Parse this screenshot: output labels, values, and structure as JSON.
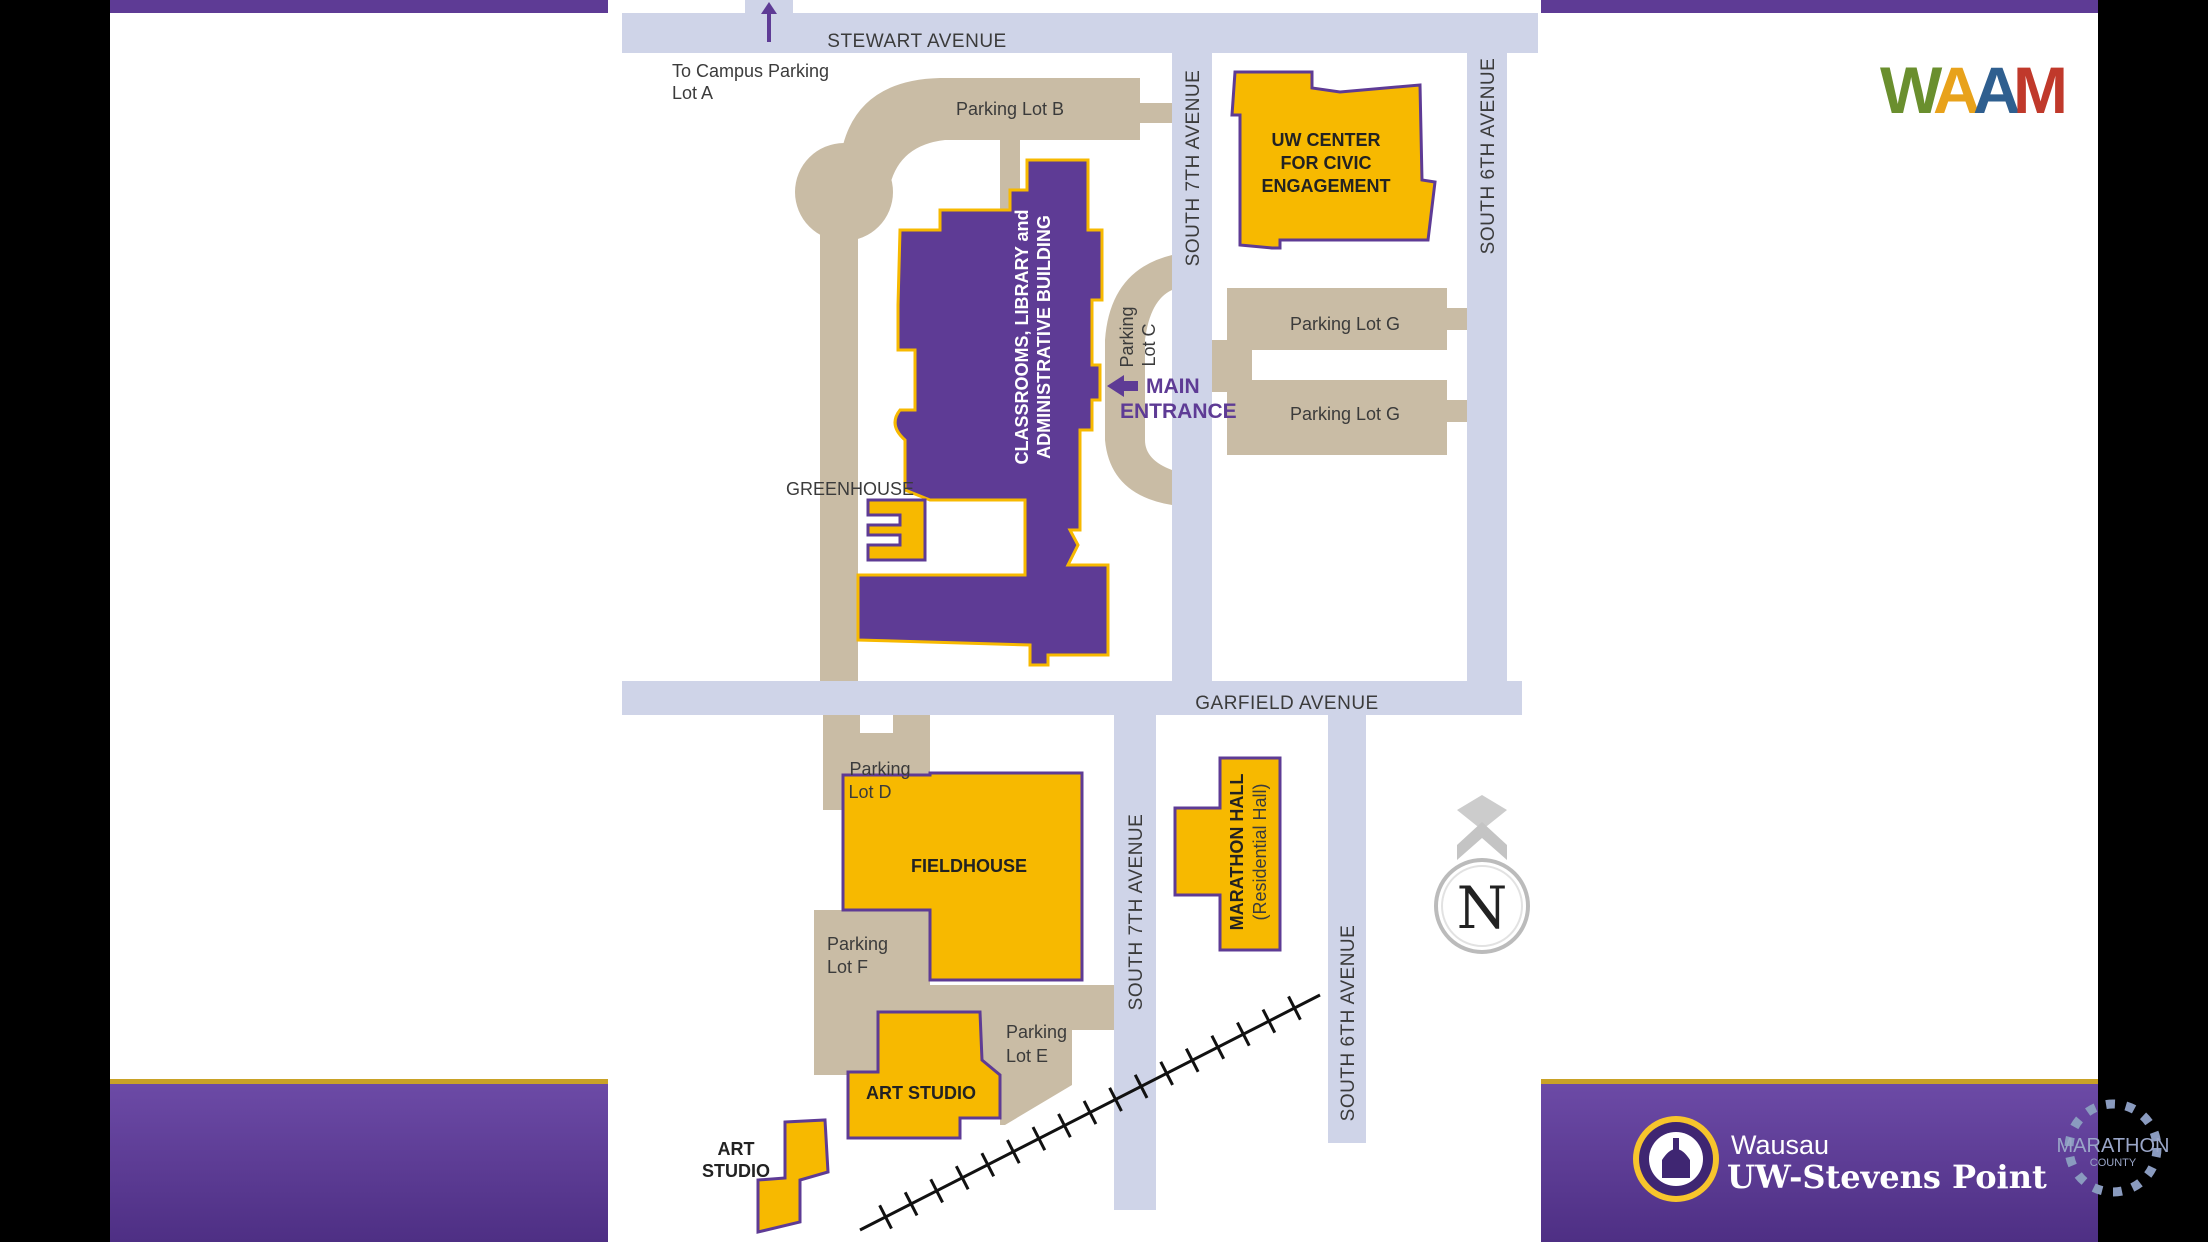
{
  "colors": {
    "purple": "#5e3b95",
    "gold": "#f7b900",
    "road": "#cfd4e8",
    "lot": "#c9bca5",
    "page_bg": "#000000",
    "white": "#ffffff"
  },
  "map": {
    "streets": {
      "stewart": "STEWART AVENUE",
      "garfield": "GARFIELD AVENUE",
      "s7_north": "SOUTH 7TH AVENUE",
      "s6_north": "SOUTH 6TH AVENUE",
      "s7_south": "SOUTH 7TH AVENUE",
      "s6_south": "SOUTH 6TH AVENUE"
    },
    "campus_parking_note": [
      "To Campus Parking",
      "Lot A"
    ],
    "lots": {
      "b": "Parking Lot B",
      "c": [
        "Parking",
        "Lot C"
      ],
      "g1": "Parking Lot G",
      "g2": "Parking Lot G",
      "d": [
        "Parking",
        "Lot D"
      ],
      "f": [
        "Parking",
        "Lot F"
      ],
      "e": [
        "Parking",
        "Lot E"
      ]
    },
    "buildings": {
      "civic": [
        "UW CENTER",
        "FOR CIVIC",
        "ENGAGEMENT"
      ],
      "main": [
        "CLASSROOMS, LIBRARY and",
        "ADMINISTRATIVE BUILDING"
      ],
      "greenhouse": "GREENHOUSE",
      "fieldhouse": "FIELDHOUSE",
      "marathon": [
        "MARATHON HALL",
        "(Residential Hall)"
      ],
      "art_studio_main": "ART STUDIO",
      "art_studio_small": [
        "ART",
        "STUDIO"
      ]
    },
    "main_entrance": [
      "MAIN",
      "ENTRANCE"
    ],
    "compass": "N"
  },
  "branding": {
    "waam_letters": [
      "W",
      "A",
      "A",
      "M"
    ],
    "waam_colors": [
      "#6a8f2e",
      "#e8a21b",
      "#2f5f8f",
      "#c0392b"
    ],
    "footer_city": "Wausau",
    "footer_school": "UW-Stevens Point",
    "marathon_county": [
      "MARATHON",
      "COUNTY"
    ]
  }
}
